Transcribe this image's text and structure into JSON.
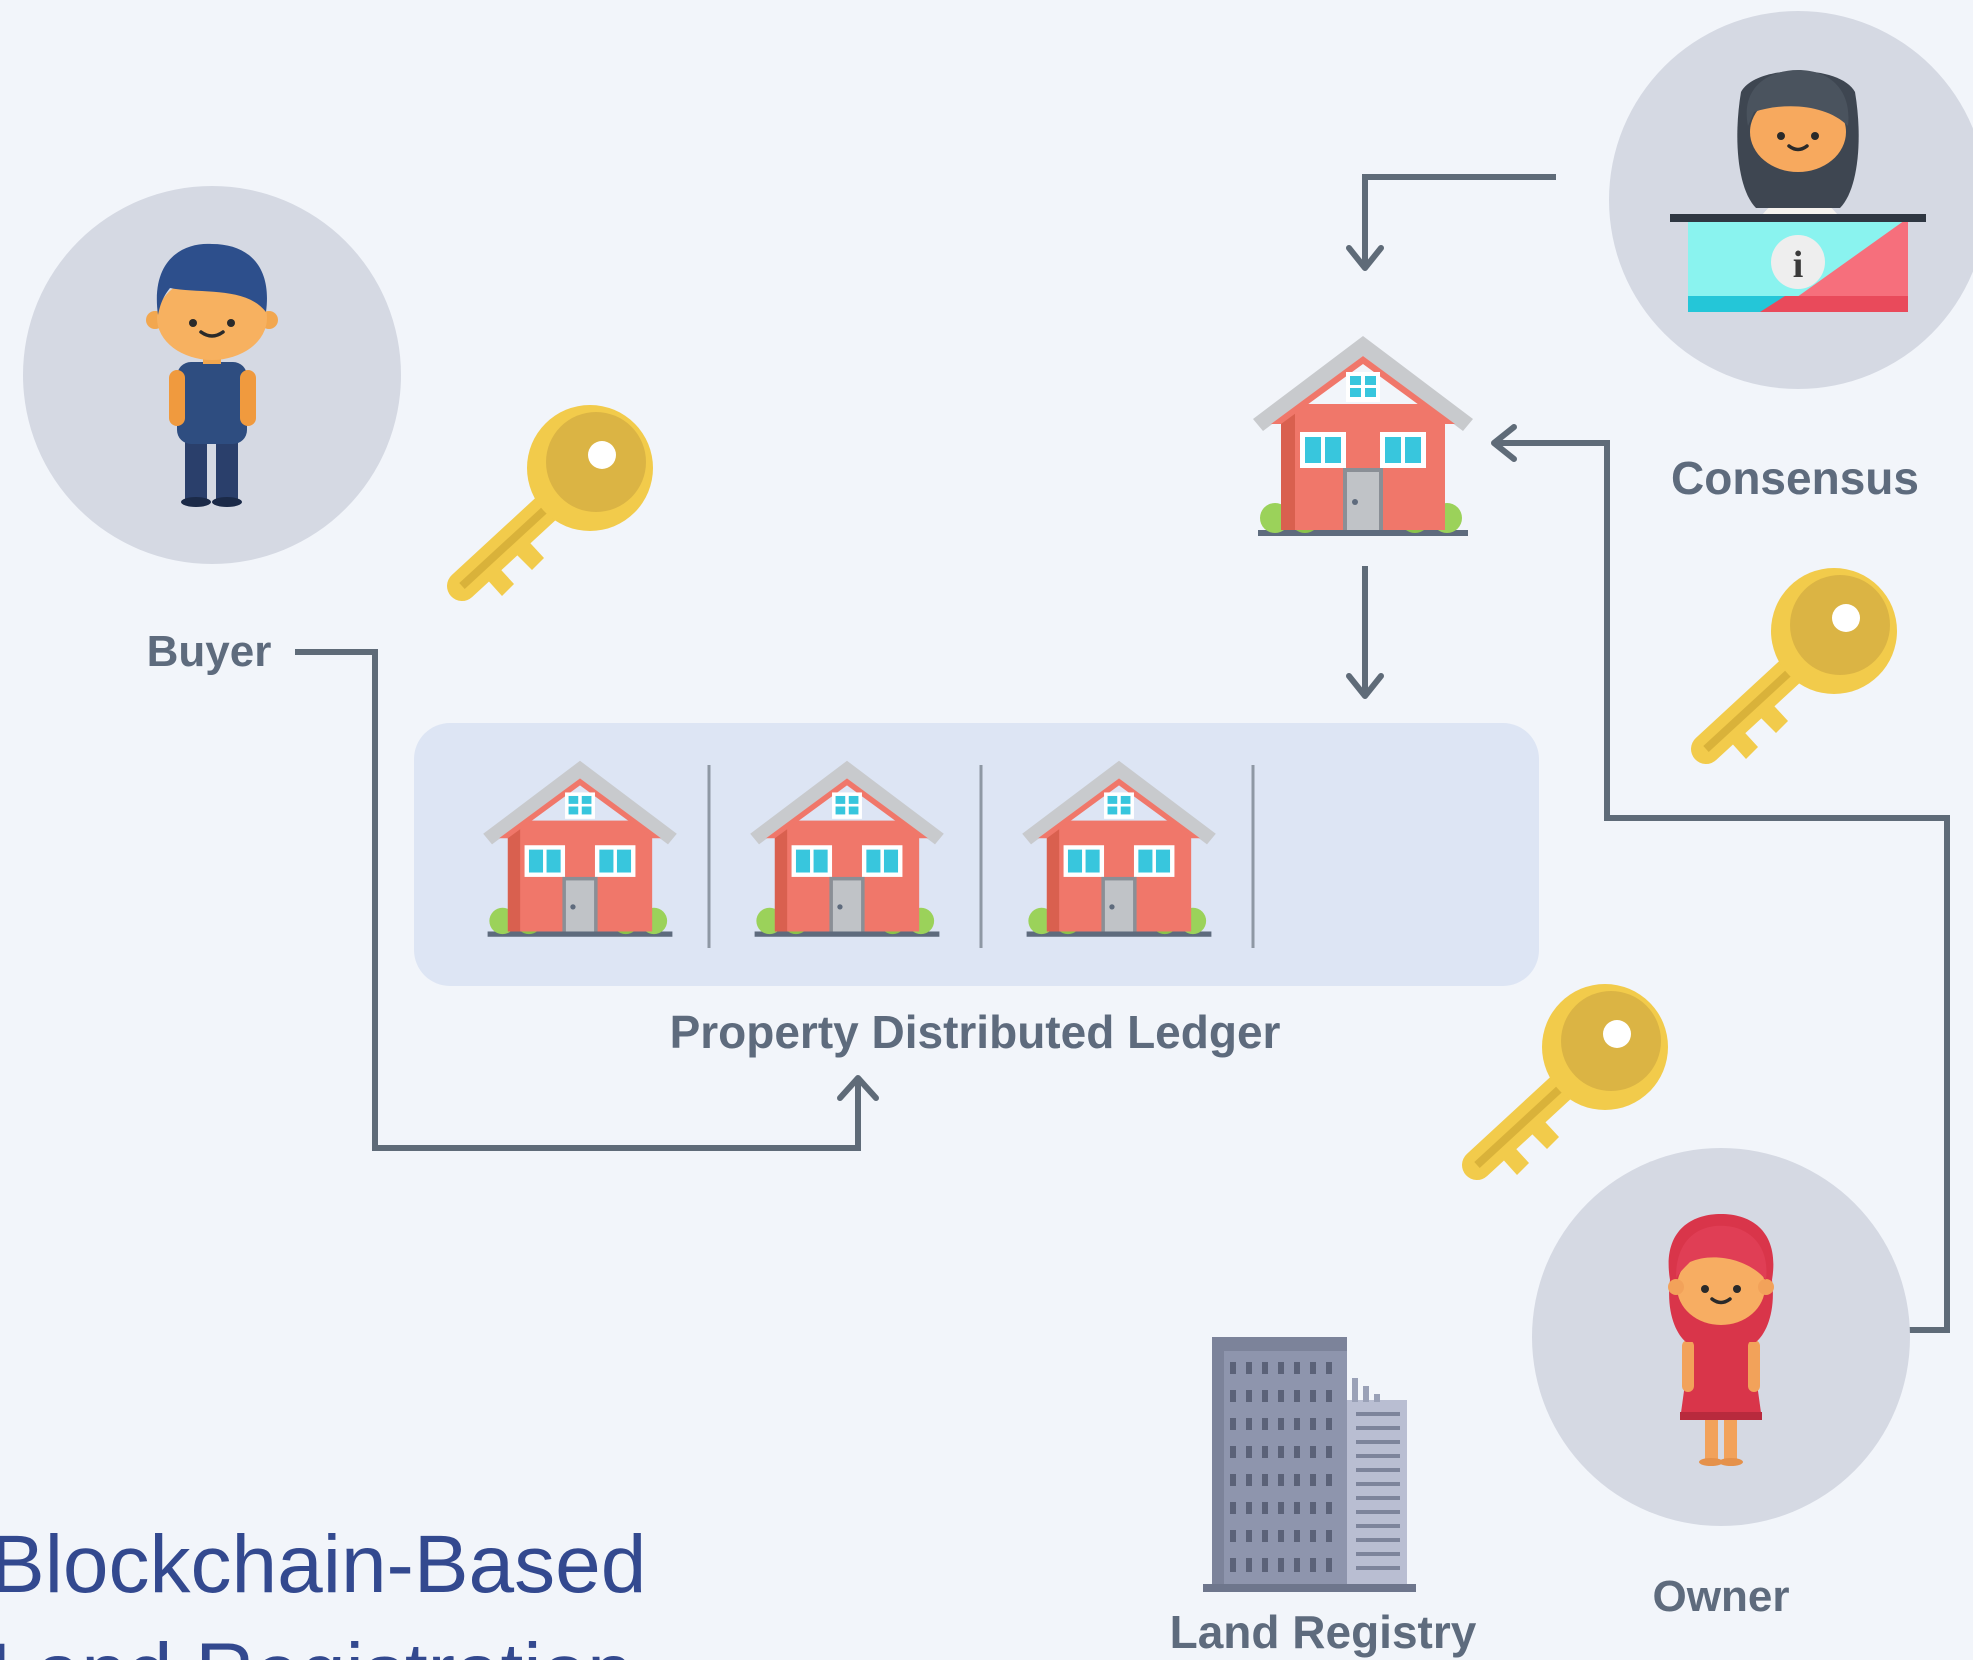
{
  "labels": {
    "buyer": "Buyer",
    "consensus": "Consensus",
    "ledger": "Property Distributed Ledger",
    "owner": "Owner",
    "land_registry": "Land Registry"
  },
  "title": {
    "line1": "Blockchain-Based",
    "line2": "Land Registration"
  },
  "colors": {
    "background": "#f2f5fa",
    "circle": "#d5d9e3",
    "ledger_box": "#dde5f4",
    "connector": "#5f6b78",
    "label": "#5e6b7d",
    "title": "#33498f",
    "key": "#f2cb4b",
    "house_wall": "#f0776a",
    "house_roof": "#c7c9cc"
  },
  "icons": [
    "buyer-avatar-icon",
    "consensus-clerk-icon",
    "owner-avatar-icon",
    "house-icon",
    "key-icon",
    "office-building-icon"
  ]
}
